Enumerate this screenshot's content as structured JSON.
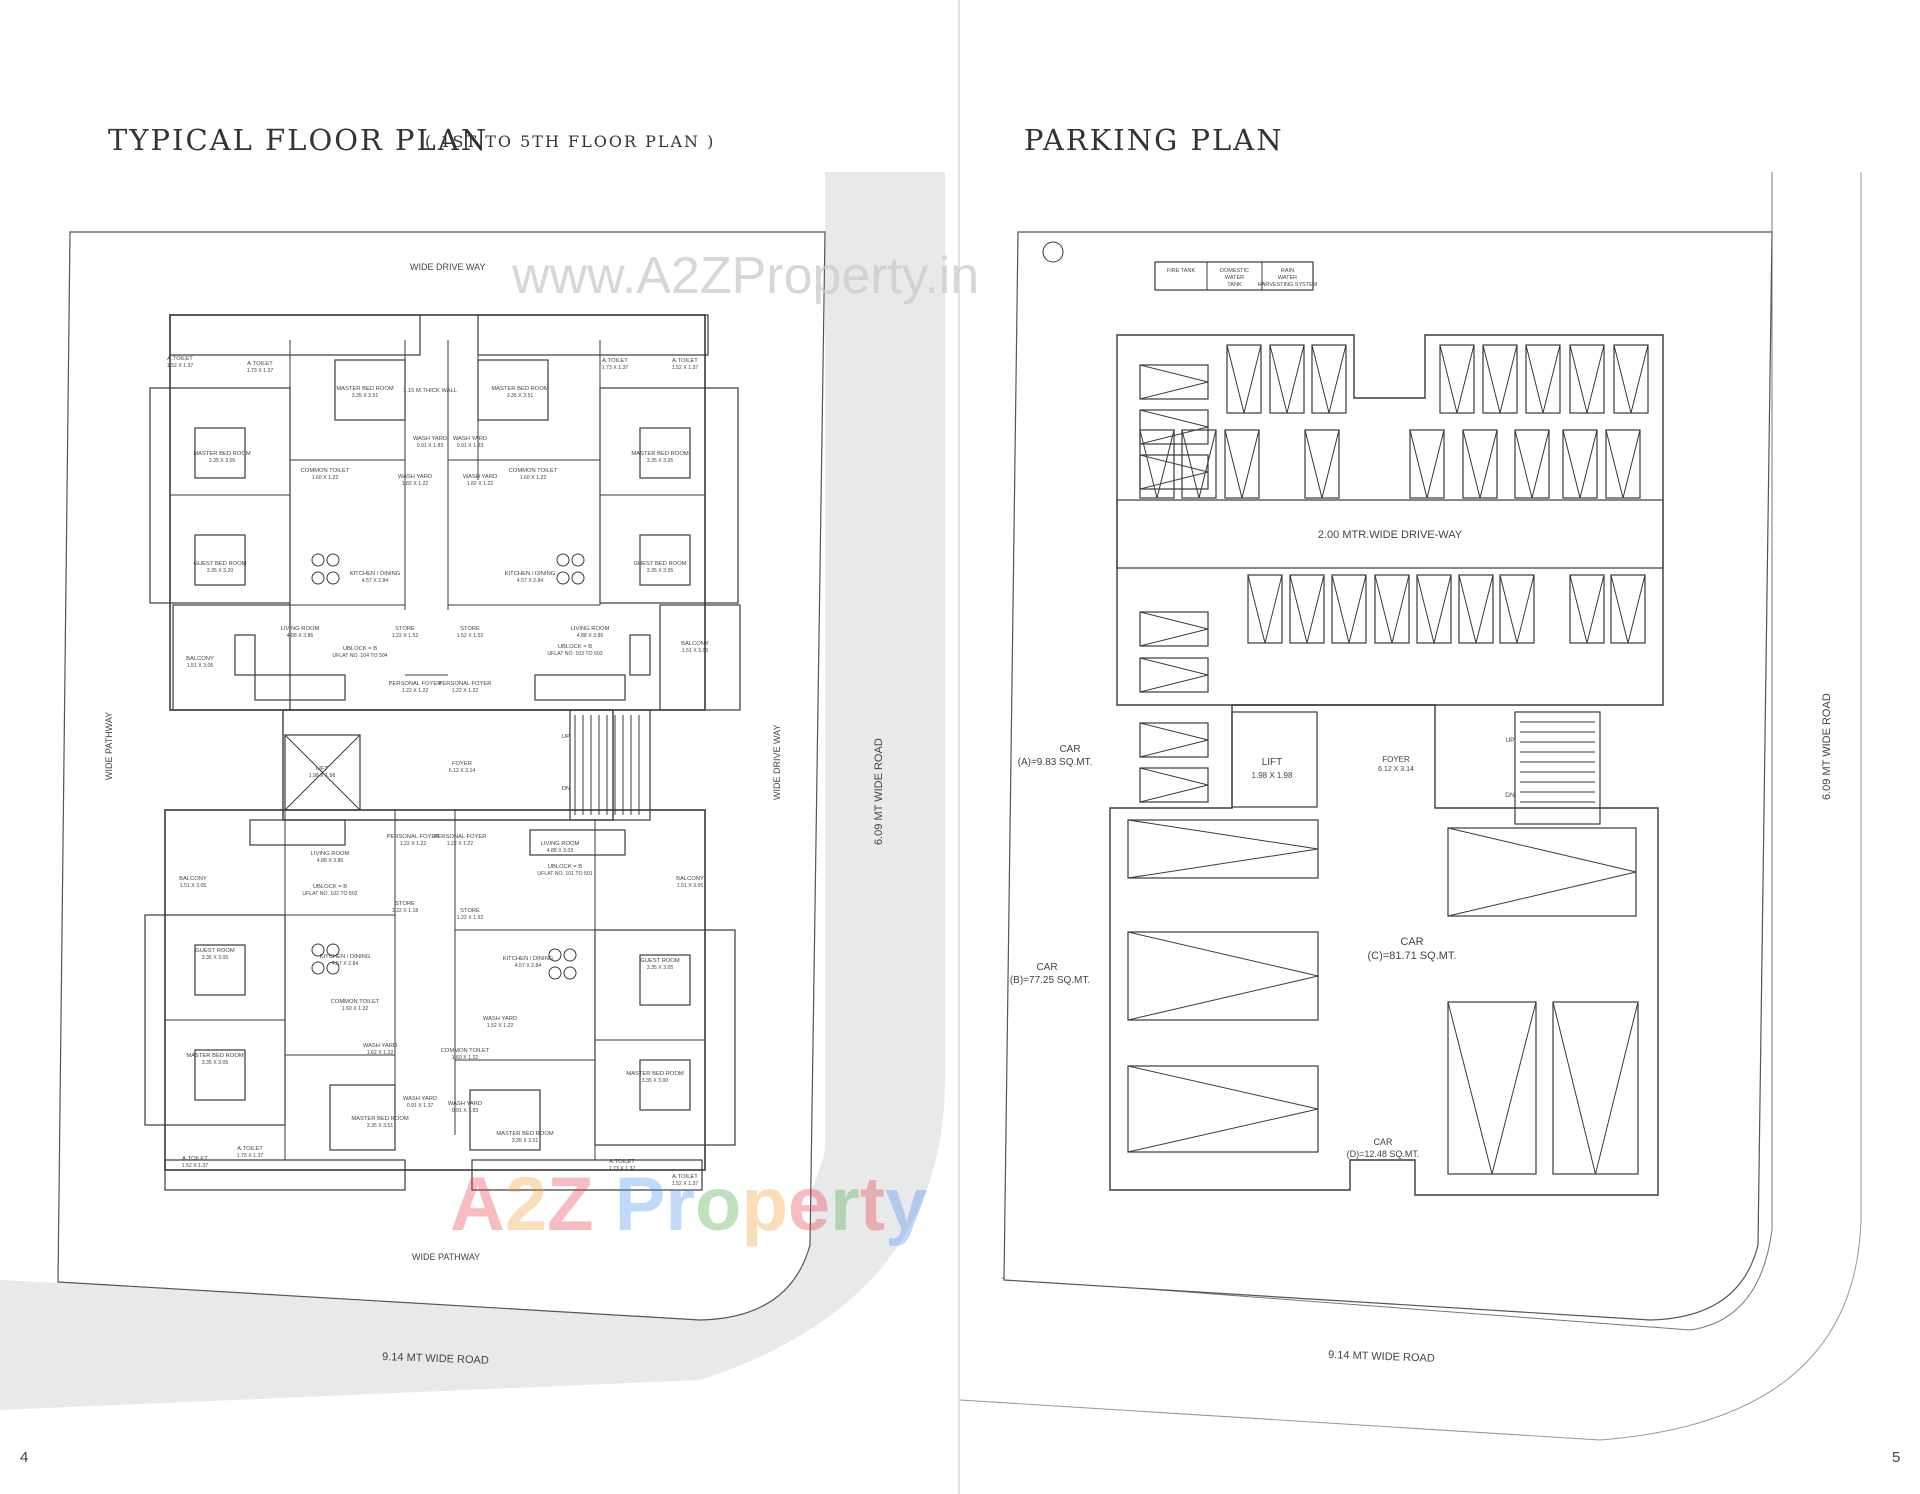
{
  "watermark": {
    "url": "www.A2ZProperty.in",
    "logo": "A2Z Property"
  },
  "colors": {
    "line": "#3a3a3a",
    "road_gray": "#e6e7e9",
    "watermark_gray": "#c9c9c9"
  },
  "left_page": {
    "page_number": "4",
    "title": "TYPICAL FLOOR PLAN",
    "title_suffix": "( 1ST TO 5TH FLOOR PLAN )",
    "roads": {
      "top": "WIDE DRIVE WAY",
      "left": "WIDE PATHWAY",
      "right": "WIDE DRIVE WAY",
      "bottom_path": "WIDE PATHWAY",
      "east_road": "6.09 MT WIDE ROAD",
      "south_road": "9.14 MT WIDE ROAD"
    },
    "rooms": [
      {
        "name": "A.TOILET",
        "size": "1.52 X 1.37"
      },
      {
        "name": "A.TOILET",
        "size": "1.73 X 1.37"
      },
      {
        "name": "MASTER BED ROOM",
        "size": "3.35 X 3.51"
      },
      {
        "name": "1.15 M.THICK WALL",
        "size": ""
      },
      {
        "name": "MASTER BED ROOM",
        "size": "3.35 X 3.51"
      },
      {
        "name": "A.TOILET",
        "size": "1.73 X 1.37"
      },
      {
        "name": "A.TOILET",
        "size": "1.52 X 1.37"
      },
      {
        "name": "MASTER BED ROOM",
        "size": "3.35 X 3.05"
      },
      {
        "name": "WASH YARD",
        "size": "0.91 X 1.83"
      },
      {
        "name": "WASH YARD",
        "size": "0.91 X 1.83"
      },
      {
        "name": "MASTER BED ROOM",
        "size": "3.35 X 3.05"
      },
      {
        "name": "COMMON TOILET",
        "size": "1.60 X 1.22"
      },
      {
        "name": "WASH YARD",
        "size": "1.82 X 1.22"
      },
      {
        "name": "WASH YARD",
        "size": "1.82 X 1.22"
      },
      {
        "name": "COMMON TOILET",
        "size": "1.60 X 1.22"
      },
      {
        "name": "GUEST BED ROOM",
        "size": "3.35 X 3.20"
      },
      {
        "name": "KITCHEN / DINING",
        "size": "4.57 X 2.84"
      },
      {
        "name": "KITCHEN / DINING",
        "size": "4.57 X 2.84"
      },
      {
        "name": "GUEST BED ROOM",
        "size": "3.35 X 3.05"
      },
      {
        "name": "LIVING ROOM",
        "size": "4.88 X 3.86"
      },
      {
        "name": "STORE",
        "size": "1.22 X 1.52"
      },
      {
        "name": "STORE",
        "size": "1.52 X 1.52"
      },
      {
        "name": "LIVING ROOM",
        "size": "4.88 X 3.86"
      },
      {
        "name": "BALCONY",
        "size": "1.51 X 3.05"
      },
      {
        "name": "UBLOCK = B",
        "size": "UFLAT NO. 104 TO 504"
      },
      {
        "name": "UBLOCK = B",
        "size": "UFLAT NO. 103 TO 503"
      },
      {
        "name": "BALCONY",
        "size": "1.51 X 3.05"
      },
      {
        "name": "PERSONAL FOYER",
        "size": "1.22 X 1.22"
      },
      {
        "name": "PERSONAL FOYER",
        "size": "1.22 X 1.22"
      },
      {
        "name": "LIFT",
        "size": "1.98 X 1.98"
      },
      {
        "name": "FOYER",
        "size": "6.12 X 3.14"
      },
      {
        "name": "UP",
        "size": ""
      },
      {
        "name": "DN",
        "size": ""
      },
      {
        "name": "PERSONAL FOYER",
        "size": "1.22 X 1.22"
      },
      {
        "name": "PERSONAL FOYER",
        "size": "1.22 X 1.22"
      },
      {
        "name": "LIVING ROOM",
        "size": "4.88 X 3.86"
      },
      {
        "name": "LIVING ROOM",
        "size": "4.88 X 3.03"
      },
      {
        "name": "BALCONY",
        "size": "1.51 X 3.05"
      },
      {
        "name": "UBLOCK = B",
        "size": "UFLAT NO. 102 TO 502"
      },
      {
        "name": "UBLOCK = B",
        "size": "UFLAT NO. 101 TO 501"
      },
      {
        "name": "BALCONY",
        "size": "1.51 X 3.05"
      },
      {
        "name": "STORE",
        "size": "1.22 X 1.18"
      },
      {
        "name": "STORE",
        "size": "1.22 X 1.52"
      },
      {
        "name": "GUEST ROOM",
        "size": "3.35 X 3.05"
      },
      {
        "name": "KITCHEN / DINING",
        "size": "4.57 X 2.84"
      },
      {
        "name": "KITCHEN / DINING",
        "size": "4.57 X 2.84"
      },
      {
        "name": "GUEST ROOM",
        "size": "3.35 X 3.05"
      },
      {
        "name": "COMMON TOILET",
        "size": "1.60 X 1.22"
      },
      {
        "name": "WASH YARD",
        "size": "1.52 X 1.22"
      },
      {
        "name": "WASH YARD",
        "size": "1.62 X 1.22"
      },
      {
        "name": "COMMON TOILET",
        "size": "1.60 X 1.22"
      },
      {
        "name": "MASTER BED ROOM",
        "size": "3.35 X 3.05"
      },
      {
        "name": "MASTER BED ROOM",
        "size": "3.35 X 3.00"
      },
      {
        "name": "WASH YARD",
        "size": "0.91 X 1.37"
      },
      {
        "name": "WASH YARD",
        "size": "0.91 X 1.83"
      },
      {
        "name": "MASTER BED ROOM",
        "size": "3.35 X 3.51"
      },
      {
        "name": "MASTER BED ROOM",
        "size": "3.35 X 3.51"
      },
      {
        "name": "A.TOILET",
        "size": "1.52 X 1.37"
      },
      {
        "name": "A.TOILET",
        "size": "1.73 X 1.37"
      },
      {
        "name": "A.TOILET",
        "size": "1.73 X 1.37"
      },
      {
        "name": "A.TOILET",
        "size": "1.52 X 1.37"
      }
    ]
  },
  "right_page": {
    "page_number": "5",
    "title": "PARKING PLAN",
    "tanks": [
      "FIRE TANK",
      "DOMESTIC WATER TANK",
      "RAIN WATER HARVESTING SYSTEM"
    ],
    "labels": {
      "driveway": "2.00 MTR.WIDE DRIVE-WAY",
      "lift": "LIFT",
      "lift_size": "1.98 X 1.98",
      "foyer": "FOYER",
      "foyer_size": "6.12 X 3.14",
      "up": "UP",
      "dn": "DN",
      "car": "CAR",
      "car_a": "(A)=9.83 SQ.MT.",
      "car_b": "(B)=77.25 SQ.MT.",
      "car_c": "(C)=81.71 SQ.MT.",
      "car_d": "(D)=12.48 SQ.MT.",
      "east_road": "6.09 MT WIDE ROAD",
      "south_road": "9.14 MT WIDE ROAD"
    }
  }
}
